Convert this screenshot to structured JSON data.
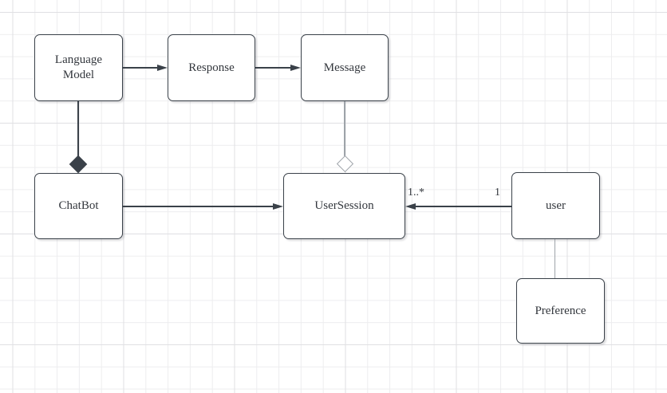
{
  "diagram": {
    "kind": "uml-class-diagram",
    "nodes": [
      {
        "id": "language-model",
        "label": "Language Model"
      },
      {
        "id": "response",
        "label": "Response"
      },
      {
        "id": "message",
        "label": "Message"
      },
      {
        "id": "chatbot",
        "label": "ChatBot"
      },
      {
        "id": "user-session",
        "label": "UserSession"
      },
      {
        "id": "user",
        "label": "user"
      },
      {
        "id": "preference",
        "label": "Preference"
      }
    ],
    "edges": [
      {
        "id": "language-model-to-response",
        "from": "Language Model",
        "to": "Response",
        "type": "directed-arrow"
      },
      {
        "id": "response-to-message",
        "from": "Response",
        "to": "Message",
        "type": "directed-arrow"
      },
      {
        "id": "language-model-to-chatbot",
        "from": "Language Model",
        "to": "ChatBot",
        "type": "composition-filled-diamond"
      },
      {
        "id": "message-to-usersession",
        "from": "Message",
        "to": "UserSession",
        "type": "aggregation-hollow-diamond"
      },
      {
        "id": "chatbot-to-usersession",
        "from": "ChatBot",
        "to": "UserSession",
        "type": "directed-arrow"
      },
      {
        "id": "user-to-usersession",
        "from": "user",
        "to": "UserSession",
        "type": "directed-arrow",
        "source_multiplicity": "1",
        "target_multiplicity": "1..*"
      },
      {
        "id": "user-to-preference",
        "from": "user",
        "to": "Preference",
        "type": "plain-line"
      }
    ],
    "colors": {
      "stroke": "#3a4149",
      "secondary_stroke": "#9ea3a9",
      "node_fill": "#ffffff",
      "text": "#33373d",
      "grid_minor": "#ededef",
      "grid_major": "#e0e0e3",
      "background": "#ffffff"
    }
  }
}
